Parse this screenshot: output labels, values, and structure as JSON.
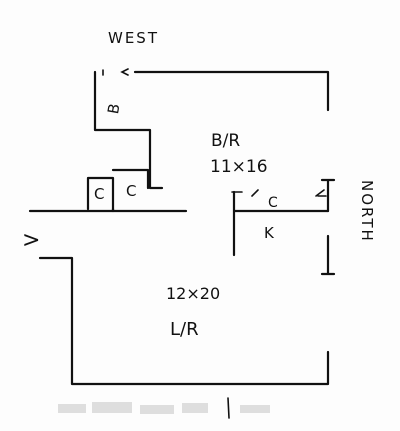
{
  "compass": {
    "west": "WEST",
    "north": "NORTH"
  },
  "rooms": {
    "bathroom": "B",
    "bedroom_label": "B/R",
    "bedroom_size": "11×16",
    "closet_1": "C",
    "closet_2": "C",
    "closet_3": "C",
    "kitchen": "K",
    "living_size": "12×20",
    "living_label": "L/R"
  },
  "entry_marker": ">"
}
